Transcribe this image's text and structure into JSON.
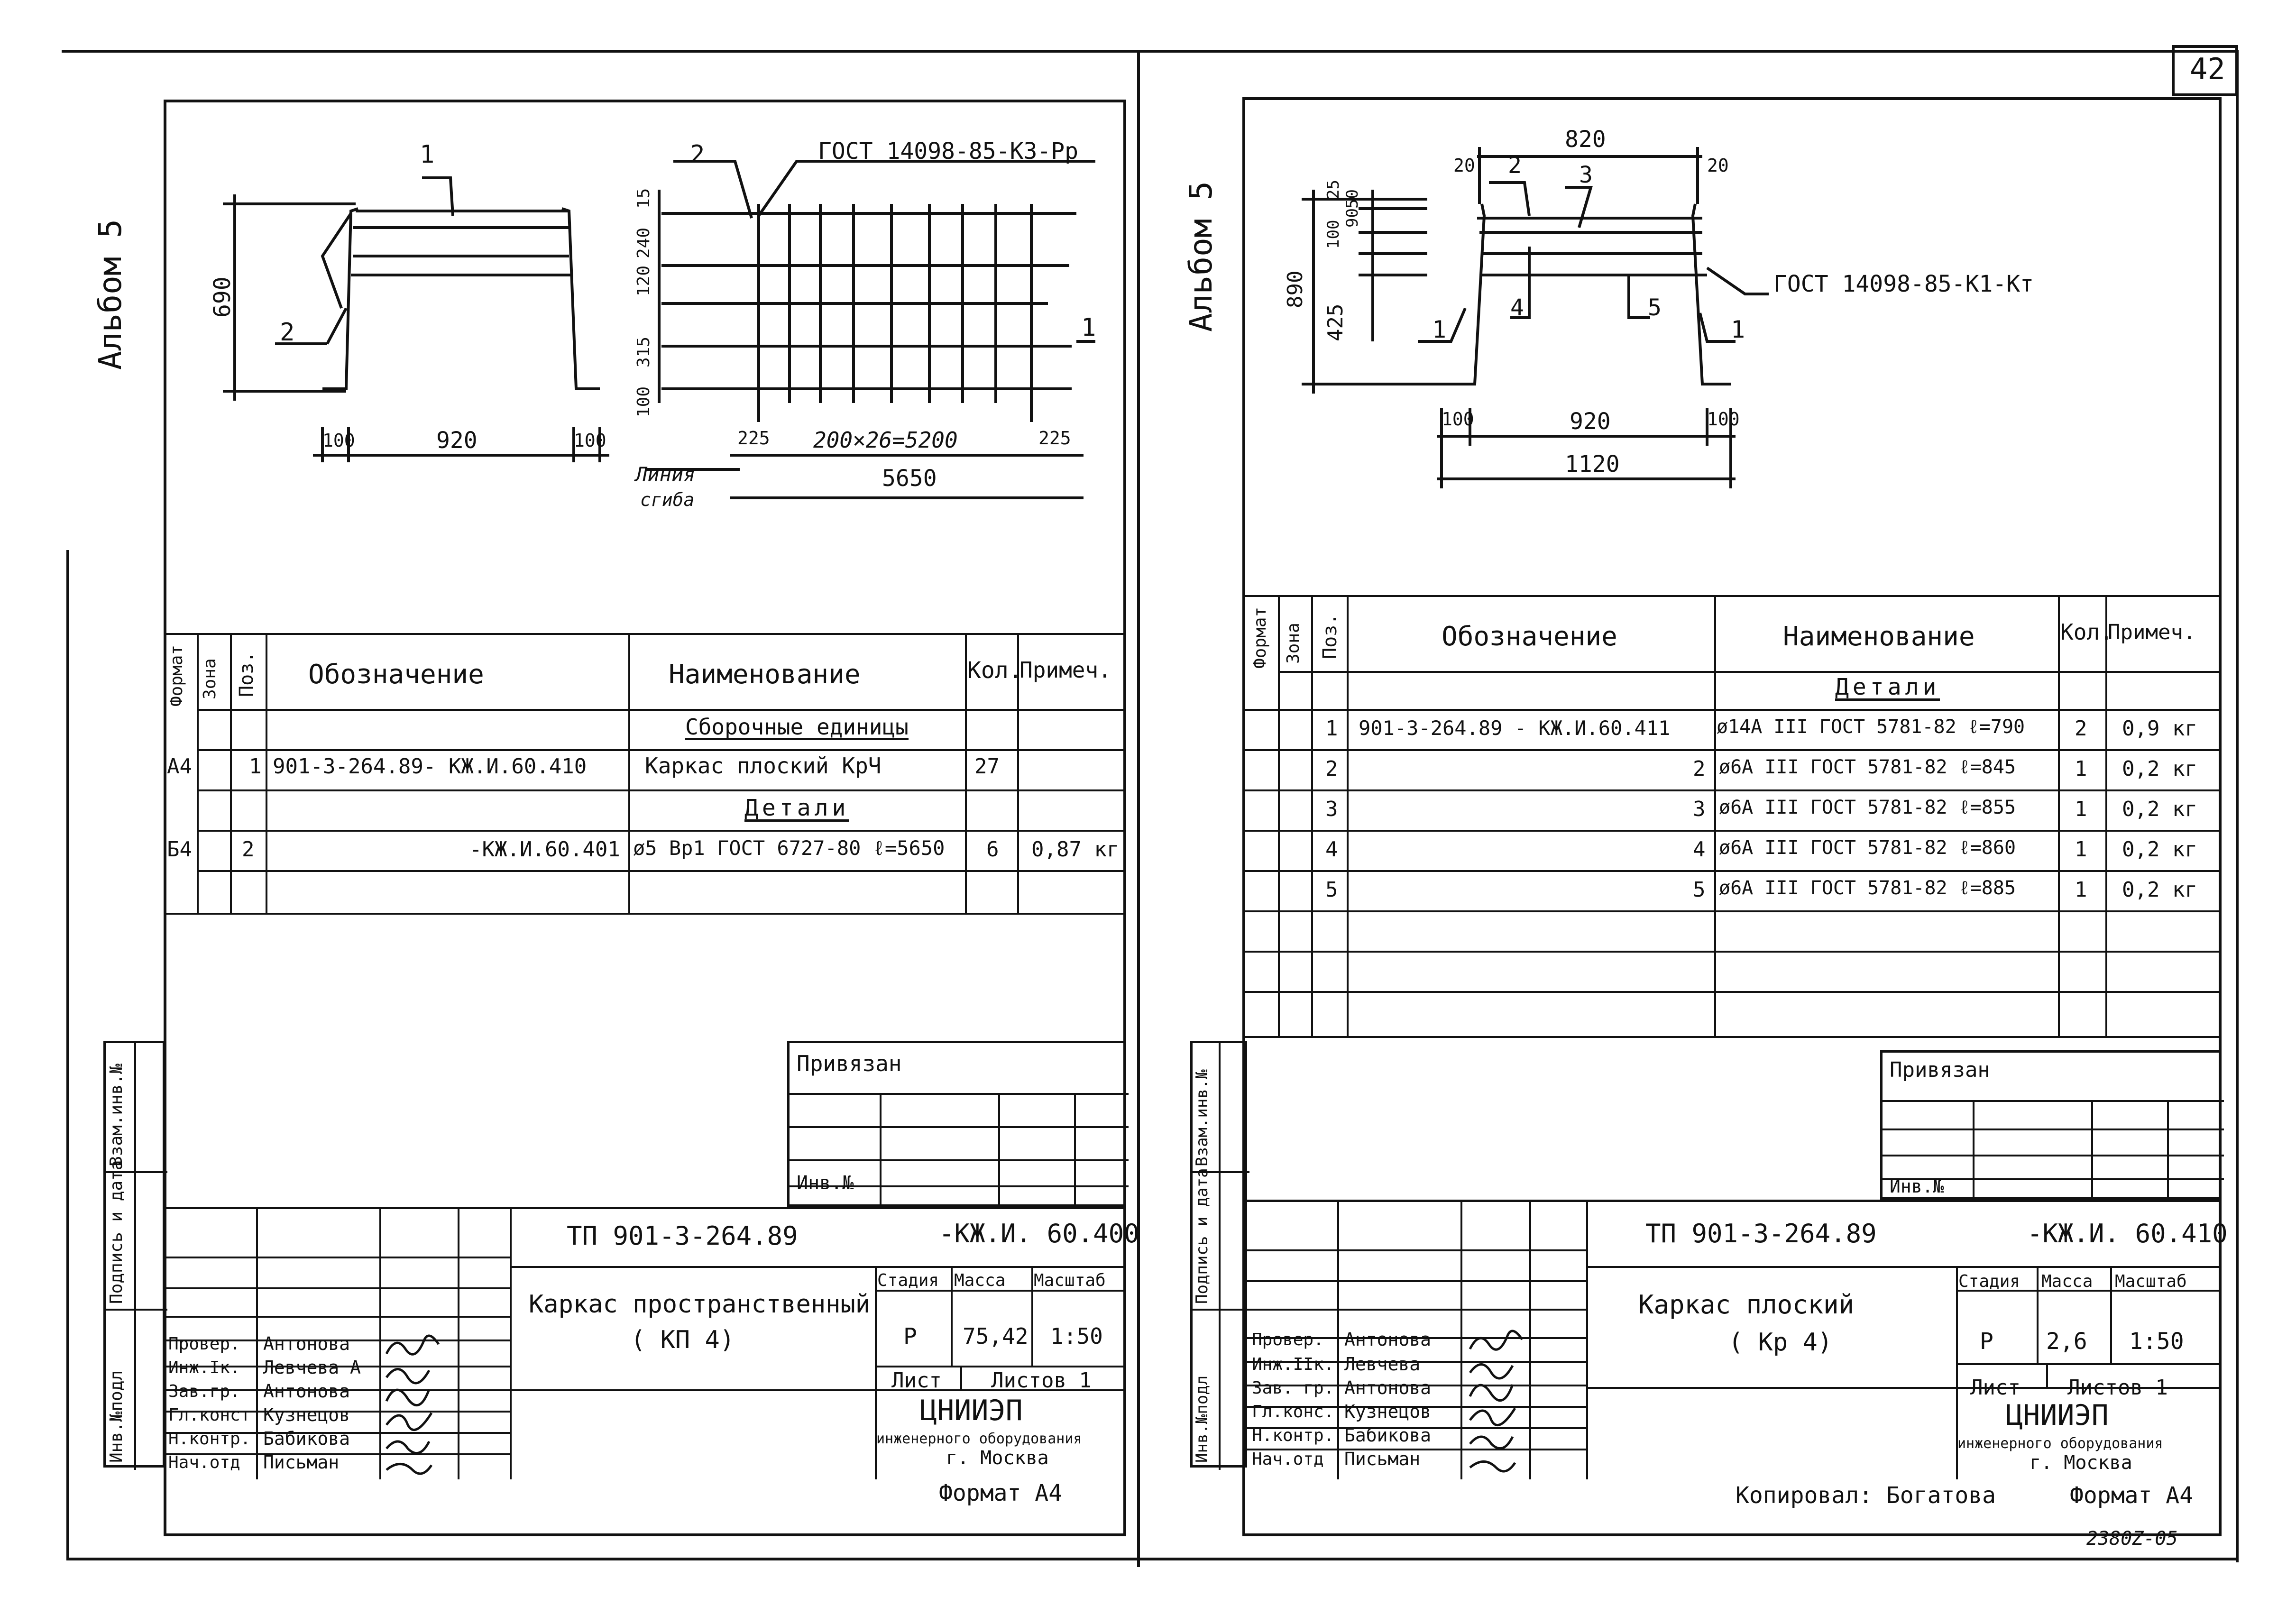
{
  "page": {
    "number": "42",
    "copied_by": "Копировал: Богатова",
    "stamp": "2380Z-05"
  },
  "left": {
    "album": "Альбом 5",
    "drawing": {
      "pos1": "1",
      "pos2": "2",
      "pos2b": "2",
      "pos1b": "1",
      "h690": "690",
      "w100a": "100",
      "w920": "920",
      "w100b": "100",
      "gost": "ГОСТ 14098-85-К3-Рр",
      "d15": "15",
      "d240": "240",
      "d120": "120",
      "d315": "315",
      "d100": "100",
      "d225a": "225",
      "spacing": "200×26=5200",
      "d225b": "225",
      "total": "5650",
      "bend_line1": "Линия",
      "bend_line2": "сгиба"
    },
    "spec_headers": {
      "format": "Формат",
      "zone": "Зона",
      "pos": "Поз.",
      "designation": "Обозначение",
      "name": "Наименование",
      "qty": "Кол.",
      "note": "Примеч."
    },
    "spec_rows": [
      {
        "format": "",
        "pos": "",
        "designation": "",
        "name": "Сборочные единицы",
        "qty": "",
        "note": ""
      },
      {
        "format": "А4",
        "pos": "1",
        "designation": "901-3-264.89- КЖ.И.60.410",
        "name": "Каркас плоский КрЧ",
        "qty": "27",
        "note": ""
      },
      {
        "format": "",
        "pos": "",
        "designation": "",
        "name": "Детали",
        "qty": "",
        "note": ""
      },
      {
        "format": "Б4",
        "pos": "2",
        "designation": "-КЖ.И.60.401",
        "name": "ø5 Вр1 ГОСТ 6727-80 ℓ=5650",
        "qty": "6",
        "note": "0,87 кг"
      }
    ],
    "privyazan": "Привязан",
    "inv_no": "Инв.№",
    "side_labels": {
      "a": "Инв.№подл",
      "b": "Подпись и дата",
      "c": "Взам.инв.№"
    },
    "title": {
      "code": "ТП 901-3-264.89",
      "sheet_code": "-КЖ.И. 60.400",
      "name1": "Каркас пространственный",
      "name2": "( КП 4)",
      "stage_h": "Стадия",
      "mass_h": "Масса",
      "scale_h": "Масштаб",
      "stage": "Р",
      "mass": "75,42",
      "scale": "1:50",
      "sheet": "Лист",
      "sheets": "Листов 1",
      "org1": "ЦНИИЭП",
      "org2": "инженерного оборудования",
      "org3": "г. Москва",
      "format": "Формат А4",
      "roles": [
        {
          "role": "Провер.",
          "name": "Антонова"
        },
        {
          "role": "Инж.Iк.",
          "name": "Левчева А"
        },
        {
          "role": "Зав.гр.",
          "name": "Антонова"
        },
        {
          "role": "Гл.конст",
          "name": "Кузнецов"
        },
        {
          "role": "Н.контр.",
          "name": "Бабикова"
        },
        {
          "role": "Нач.отд",
          "name": "Письман"
        }
      ]
    }
  },
  "right": {
    "album": "Альбом 5",
    "drawing": {
      "w820": "820",
      "d20a": "20",
      "d20b": "20",
      "p2": "2",
      "p3": "3",
      "gost": "ГОСТ 14098-85-К1-Кт",
      "d25": "25",
      "d100": "100",
      "d90": "90",
      "d50": "50",
      "h890": "890",
      "d425": "425",
      "p4": "4",
      "p5": "5",
      "p1a": "1",
      "p1b": "1",
      "w100a": "100",
      "w920": "920",
      "w100b": "100",
      "w1120": "1120"
    },
    "spec_headers": {
      "format": "Формат",
      "zone": "Зона",
      "pos": "Поз.",
      "designation": "Обозначение",
      "name": "Наименование",
      "qty": "Кол.",
      "note": "Примеч."
    },
    "spec_rows": [
      {
        "pos": "",
        "designation": "",
        "name": "Детали",
        "qty": "",
        "note": ""
      },
      {
        "pos": "1",
        "designation": "901-3-264.89 - КЖ.И.60.411",
        "name": "ø14А III ГОСТ 5781-82 ℓ=790",
        "qty": "2",
        "note": "0,9 кг"
      },
      {
        "pos": "2",
        "designation": "2",
        "name": "ø6А III ГОСТ 5781-82 ℓ=845",
        "qty": "1",
        "note": "0,2 кг"
      },
      {
        "pos": "3",
        "designation": "3",
        "name": "ø6А III ГОСТ 5781-82 ℓ=855",
        "qty": "1",
        "note": "0,2 кг"
      },
      {
        "pos": "4",
        "designation": "4",
        "name": "ø6А III ГОСТ 5781-82 ℓ=860",
        "qty": "1",
        "note": "0,2 кг"
      },
      {
        "pos": "5",
        "designation": "5",
        "name": "ø6А III ГОСТ 5781-82 ℓ=885",
        "qty": "1",
        "note": "0,2 кг"
      }
    ],
    "privyazan": "Привязан",
    "inv_no": "Инв.№",
    "side_labels": {
      "a": "Инв.№подл",
      "b": "Подпись и дата",
      "c": "Взам.инв.№"
    },
    "title": {
      "code": "ТП 901-3-264.89",
      "sheet_code": "-КЖ.И. 60.410",
      "name1": "Каркас плоский",
      "name2": "( Кр 4)",
      "stage_h": "Стадия",
      "mass_h": "Масса",
      "scale_h": "Масштаб",
      "stage": "Р",
      "mass": "2,6",
      "scale": "1:50",
      "sheet": "Лист",
      "sheets": "Листов 1",
      "org1": "ЦНИИЭП",
      "org2": "инженерного оборудования",
      "org3": "г. Москва",
      "format": "Формат А4",
      "roles": [
        {
          "role": "Провер.",
          "name": "Антонова"
        },
        {
          "role": "Инж.IIк.",
          "name": "Левчева"
        },
        {
          "role": "Зав. гр.",
          "name": "Антонова"
        },
        {
          "role": "Гл.конс.",
          "name": "Кузнецов"
        },
        {
          "role": "Н.контр.",
          "name": "Бабикова"
        },
        {
          "role": "Нач.отд",
          "name": "Письман"
        }
      ]
    }
  }
}
